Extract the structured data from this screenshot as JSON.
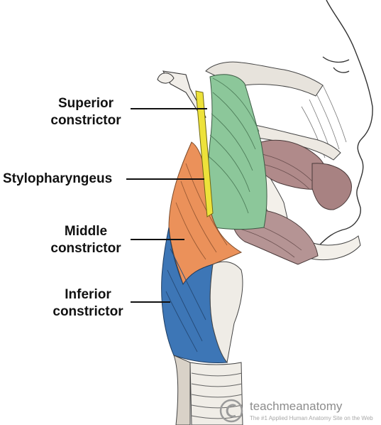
{
  "labels": {
    "superior": [
      "Superior",
      "constrictor"
    ],
    "stylopharyngeus": "Stylopharyngeus",
    "middle": [
      "Middle",
      "constrictor"
    ],
    "inferior": [
      "Inferior",
      "constrictor"
    ]
  },
  "watermark": {
    "brand": "teachmeanatomy",
    "tagline": "The #1 Applied Human Anatomy Site on the Web"
  },
  "colors": {
    "superior_constrictor": "#8cc79a",
    "stylopharyngeus": "#ede23a",
    "middle_constrictor": "#eb915a",
    "inferior_constrictor": "#3d76b6",
    "face_muscles": "#b08a8a",
    "leader_line": "#111111"
  }
}
